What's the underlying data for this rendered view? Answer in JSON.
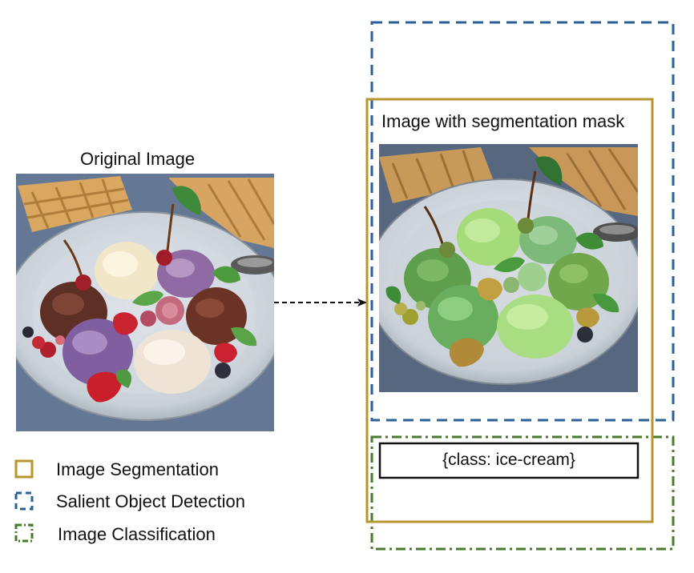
{
  "original": {
    "title": "Original Image"
  },
  "result": {
    "title": "Image with segmentation mask",
    "class_label": "{class: ice-cream}"
  },
  "legend": {
    "items": [
      {
        "label": "Image Segmentation",
        "color": "#B8962E",
        "style": "solid"
      },
      {
        "label": "Salient Object Detection",
        "color": "#2B5F96",
        "style": "dashed"
      },
      {
        "label": "Image Classification",
        "color": "#4A7A2E",
        "style": "dashdot"
      }
    ]
  },
  "colors": {
    "segmentation": "#B8962E",
    "salient": "#2B5F96",
    "classification": "#4A7A2E",
    "arrow": "#111111"
  }
}
